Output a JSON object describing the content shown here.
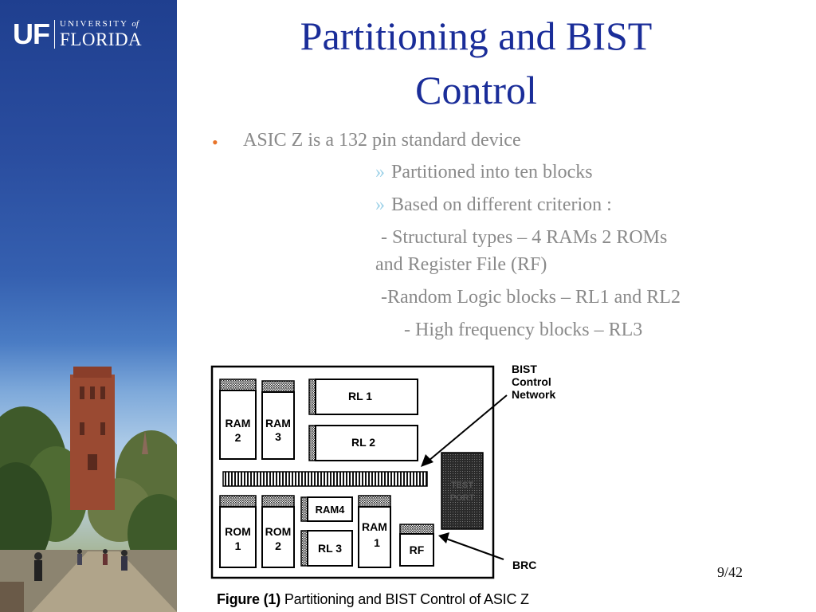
{
  "logo": {
    "uf": "UF",
    "university": "UNIVERSITY",
    "of": "of",
    "florida": "FLORIDA"
  },
  "slide": {
    "title_line1": "Partitioning and BIST",
    "title_line2": "Control",
    "bullet": "ASIC Z is a 132 pin standard device",
    "sub_items": [
      "Partitioned into ten blocks",
      "Based on different criterion :"
    ],
    "lines": [
      " - Structural types – 4 RAMs 2 ROMs",
      "and Register File (RF)",
      " -Random Logic blocks – RL1 and RL2",
      "- High frequency blocks – RL3"
    ],
    "sub_marker": "»",
    "bullet_marker": "•"
  },
  "figure": {
    "blocks": {
      "rl1": "RL 1",
      "rl2": "RL 2",
      "ram2": [
        "RAM",
        "2"
      ],
      "ram3": [
        "RAM",
        "3"
      ],
      "rom1": [
        "ROM",
        "1"
      ],
      "rom2": [
        "ROM",
        "2"
      ],
      "ram4": "RAM4",
      "rl3": "RL 3",
      "ram1": [
        "RAM",
        "1"
      ],
      "rf": "RF",
      "tap": [
        "TEST",
        "PORT"
      ]
    },
    "labels": {
      "bist": [
        "BIST",
        "Control",
        "Network"
      ],
      "brc": "BRC"
    },
    "caption_bold": "Figure (1)",
    "caption_rest": " Partitioning and BIST Control of ASIC Z"
  },
  "page": "9/42",
  "colors": {
    "title": "#1a2d99",
    "body_text": "#8a8a8a",
    "bullet": "#e8742a",
    "sub_marker": "#9fd2e8",
    "sidebar": "#2a4d9f"
  }
}
